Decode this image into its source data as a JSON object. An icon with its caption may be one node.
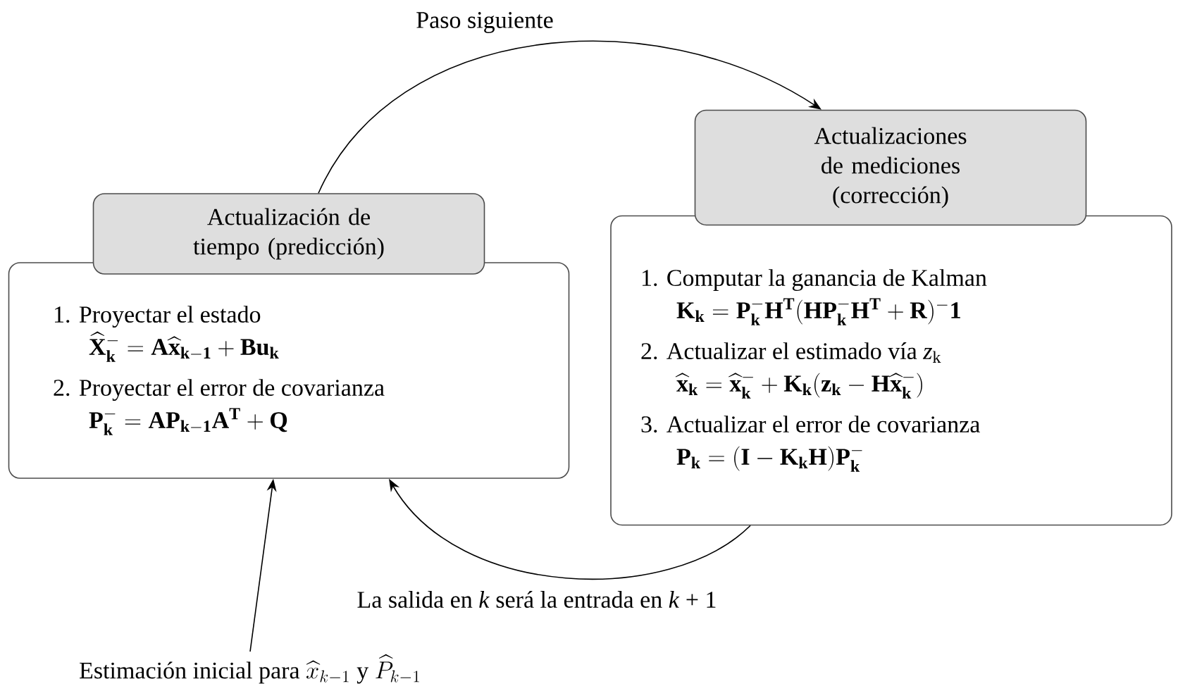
{
  "diagram": {
    "nodes": [
      {
        "text": [
          "Actualización de tiempo (predicción)"
        ]
      },
      {
        "text": [
          "1. Proyectar el estado",
          "\\widehat{\\mathbf{X}}_{\\mathbf{k}}^{-} = \\mathbf{A}\\widehat{\\mathbf{x}}_{\\mathbf{k-1}} + \\mathbf{B}\\mathbf{u}_{\\mathbf{k}}",
          "2. Proyectar el error de covarianza",
          "\\mathbf{P}_{\\mathbf{k}}^{-} = \\mathbf{A}\\mathbf{P}_{\\mathbf{k-1}}\\mathbf{A}^{\\mathbf{T}} + \\mathbf{Q}"
        ]
      },
      {
        "text": [
          "Actualizaciones de mediciones (corrección)"
        ]
      },
      {
        "text": [
          "1. Computar la ganancia de Kalman",
          "\\mathbf{K}_{\\mathbf{k}} = \\mathbf{P}_{\\mathbf{k}}^{-}\\mathbf{H}^{\\mathbf{T}}(\\mathbf{H}\\mathbf{P}_{\\mathbf{k}}^{-}\\mathbf{H}^{\\mathbf{T}} + \\mathbf{R})^{-}\\mathbf{1}",
          "2. Actualizar el estimado vía *z*$_{k}$",
          "\\widehat{\\mathbf{x}}_{\\mathbf{k}} = \\widehat{\\mathbf{x}}_{\\mathbf{k}}^{-} + \\mathbf{K}_{\\mathbf{k}}(\\mathbf{z}_{\\mathbf{k}} - \\mathbf{H}\\widehat{\\mathbf{x}}_{\\mathbf{k}}^{-})",
          "3. Actualizar el error de covarianza",
          "\\mathbf{P}_{\\mathbf{k}} = (\\mathbf{I} - \\mathbf{K}_{\\mathbf{k}}\\mathbf{H})\\mathbf{P}_{\\mathbf{k}}^{-}"
        ]
      },
      {
        "text": [
          "\\text{Estimación inicial para } \\widehat{x}_{k-1} \\text{ y } \\widehat{P}_{k-1}"
        ]
      }
    ],
    "edges": [
      {
        "from": 0,
        "to": 2,
        "arrow": "to",
        "label": "Paso siguiente"
      },
      {
        "from": 3,
        "to": 1,
        "arrow": "to",
        "label": "La salida en *k* será la entrada en *k* + 1"
      },
      {
        "from": 4,
        "to": 1,
        "arrow": "to"
      }
    ]
  }
}
